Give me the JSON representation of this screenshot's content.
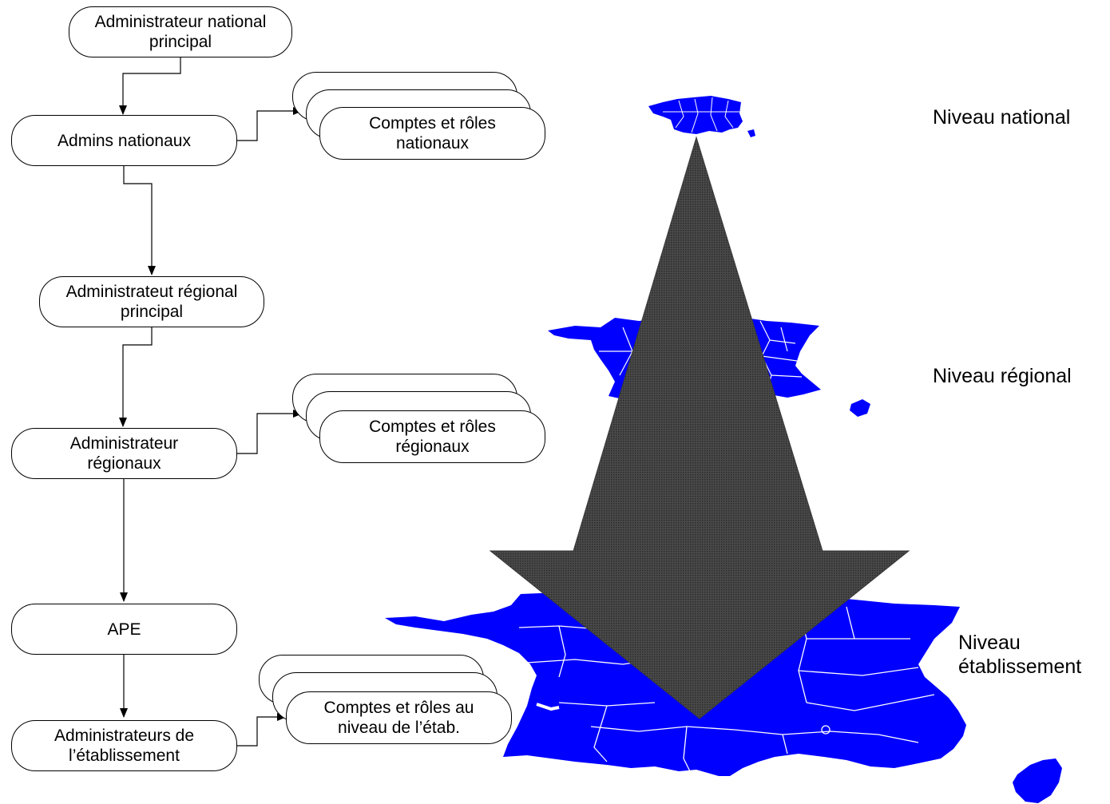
{
  "flow": {
    "nodes": {
      "national_principal": "Administrateur national principal",
      "admins_nationaux": "Admins nationaux",
      "regional_principal": "Administrateut régional principal",
      "admin_regionaux": "Administrateur régionaux",
      "ape": "APE",
      "admins_etab": "Administrateurs de l’établissement"
    },
    "accounts": {
      "national": "Comptes et rôles nationaux",
      "regional": "Comptes et rôles régionaux",
      "etab": "Comptes et rôles au niveau de l’étab."
    }
  },
  "levels": {
    "national": "Niveau national",
    "regional": "Niveau régional",
    "etablissement_line1": "Niveau",
    "etablissement_line2": "établissement"
  },
  "colors": {
    "map_fill": "#0000ff",
    "arrow_fill": "#3a3a3a",
    "line": "#000000"
  }
}
